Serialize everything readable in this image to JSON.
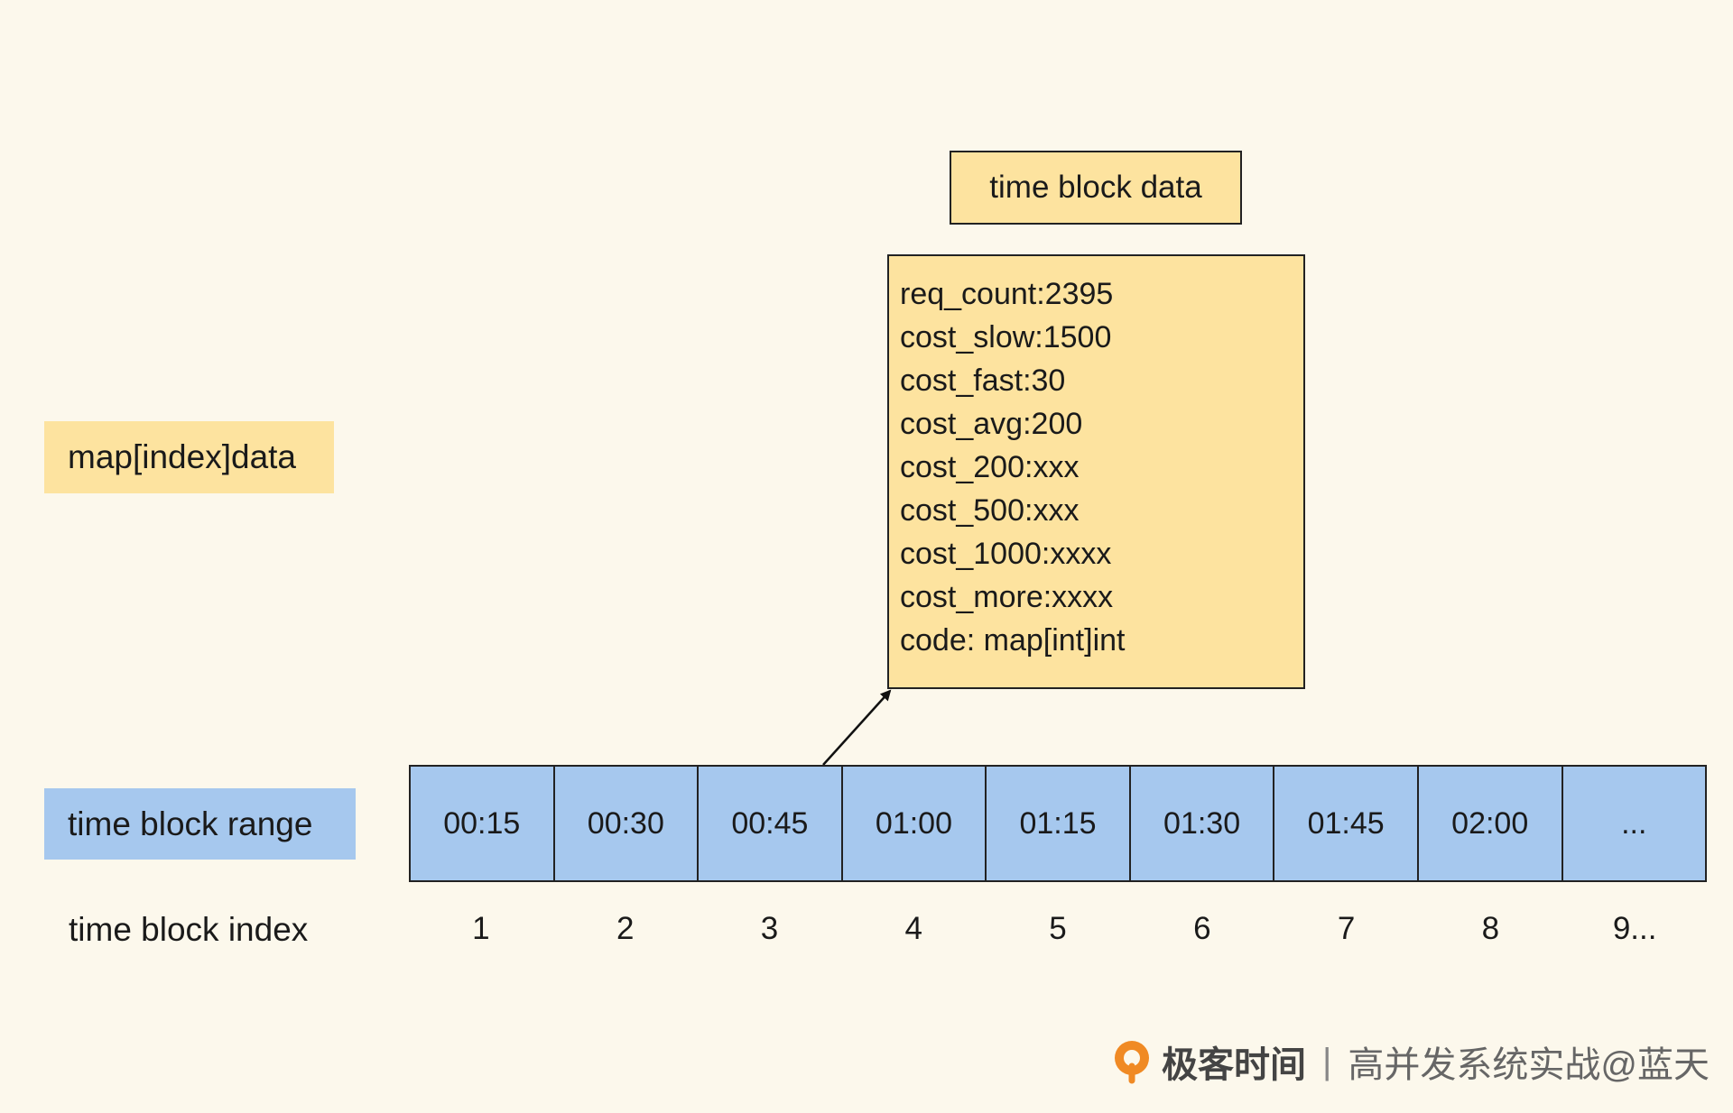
{
  "legend": {
    "map_label": "map[index]data",
    "range_label": "time block range",
    "index_label": "time block index"
  },
  "data_block": {
    "title": "time block data",
    "fields": [
      "req_count:2395",
      "cost_slow:1500",
      "cost_fast:30",
      "cost_avg:200",
      "cost_200:xxx",
      "cost_500:xxx",
      "cost_1000:xxxx",
      "cost_more:xxxx",
      "code: map[int]int"
    ]
  },
  "time_blocks": [
    {
      "range": "00:15",
      "index": "1"
    },
    {
      "range": "00:30",
      "index": "2"
    },
    {
      "range": "00:45",
      "index": "3"
    },
    {
      "range": "01:00",
      "index": "4"
    },
    {
      "range": "01:15",
      "index": "5"
    },
    {
      "range": "01:30",
      "index": "6"
    },
    {
      "range": "01:45",
      "index": "7"
    },
    {
      "range": "02:00",
      "index": "8"
    },
    {
      "range": "...",
      "index": "9..."
    }
  ],
  "footer": {
    "brand": "极客时间",
    "separator": "|",
    "author": "高并发系统实战@蓝天"
  },
  "colors": {
    "background": "#fcf8ec",
    "yellow": "#fde39f",
    "blue": "#a6c8ee",
    "logo_orange": "#f08a24"
  }
}
